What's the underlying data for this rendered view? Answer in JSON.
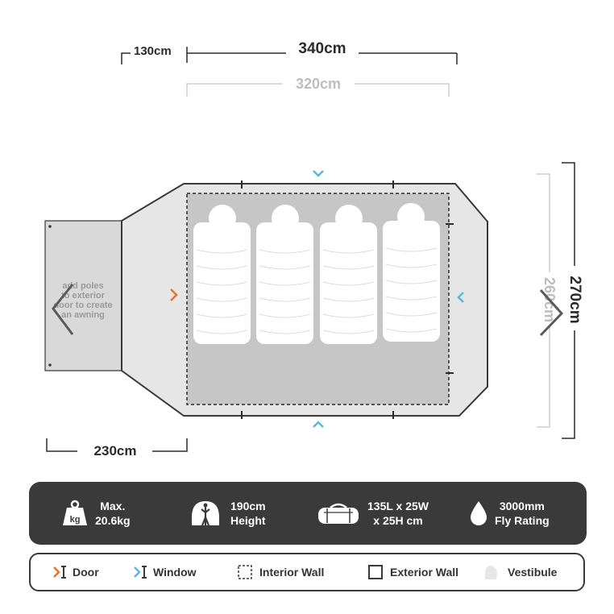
{
  "dimensions": {
    "vestibule_depth": "130cm",
    "total_length": "340cm",
    "interior_length": "320cm",
    "awning_length": "230cm",
    "total_width": "270cm",
    "interior_width": "260cm"
  },
  "awning_note": [
    "add poles",
    "to exterior",
    "door to create",
    "an awning"
  ],
  "specs": {
    "weight": {
      "line1": "Max.",
      "line2": "20.6kg",
      "icon_label": "kg"
    },
    "height": {
      "line1": "190cm",
      "line2": "Height"
    },
    "pack_size": {
      "line1": "135L x 25W",
      "line2": "x 25H cm"
    },
    "fly_rating": {
      "line1": "3000mm",
      "line2": "Fly Rating"
    }
  },
  "legend": {
    "door": "Door",
    "window": "Window",
    "interior_wall": "Interior Wall",
    "exterior_wall": "Exterior Wall",
    "vestibule": "Vestibule"
  },
  "colors": {
    "door_marker": "#e8732a",
    "window_marker": "#5bb8d9",
    "dark": "#3a3a3a",
    "floor": "#c4c4c4",
    "outer": "#e4e4e4"
  }
}
